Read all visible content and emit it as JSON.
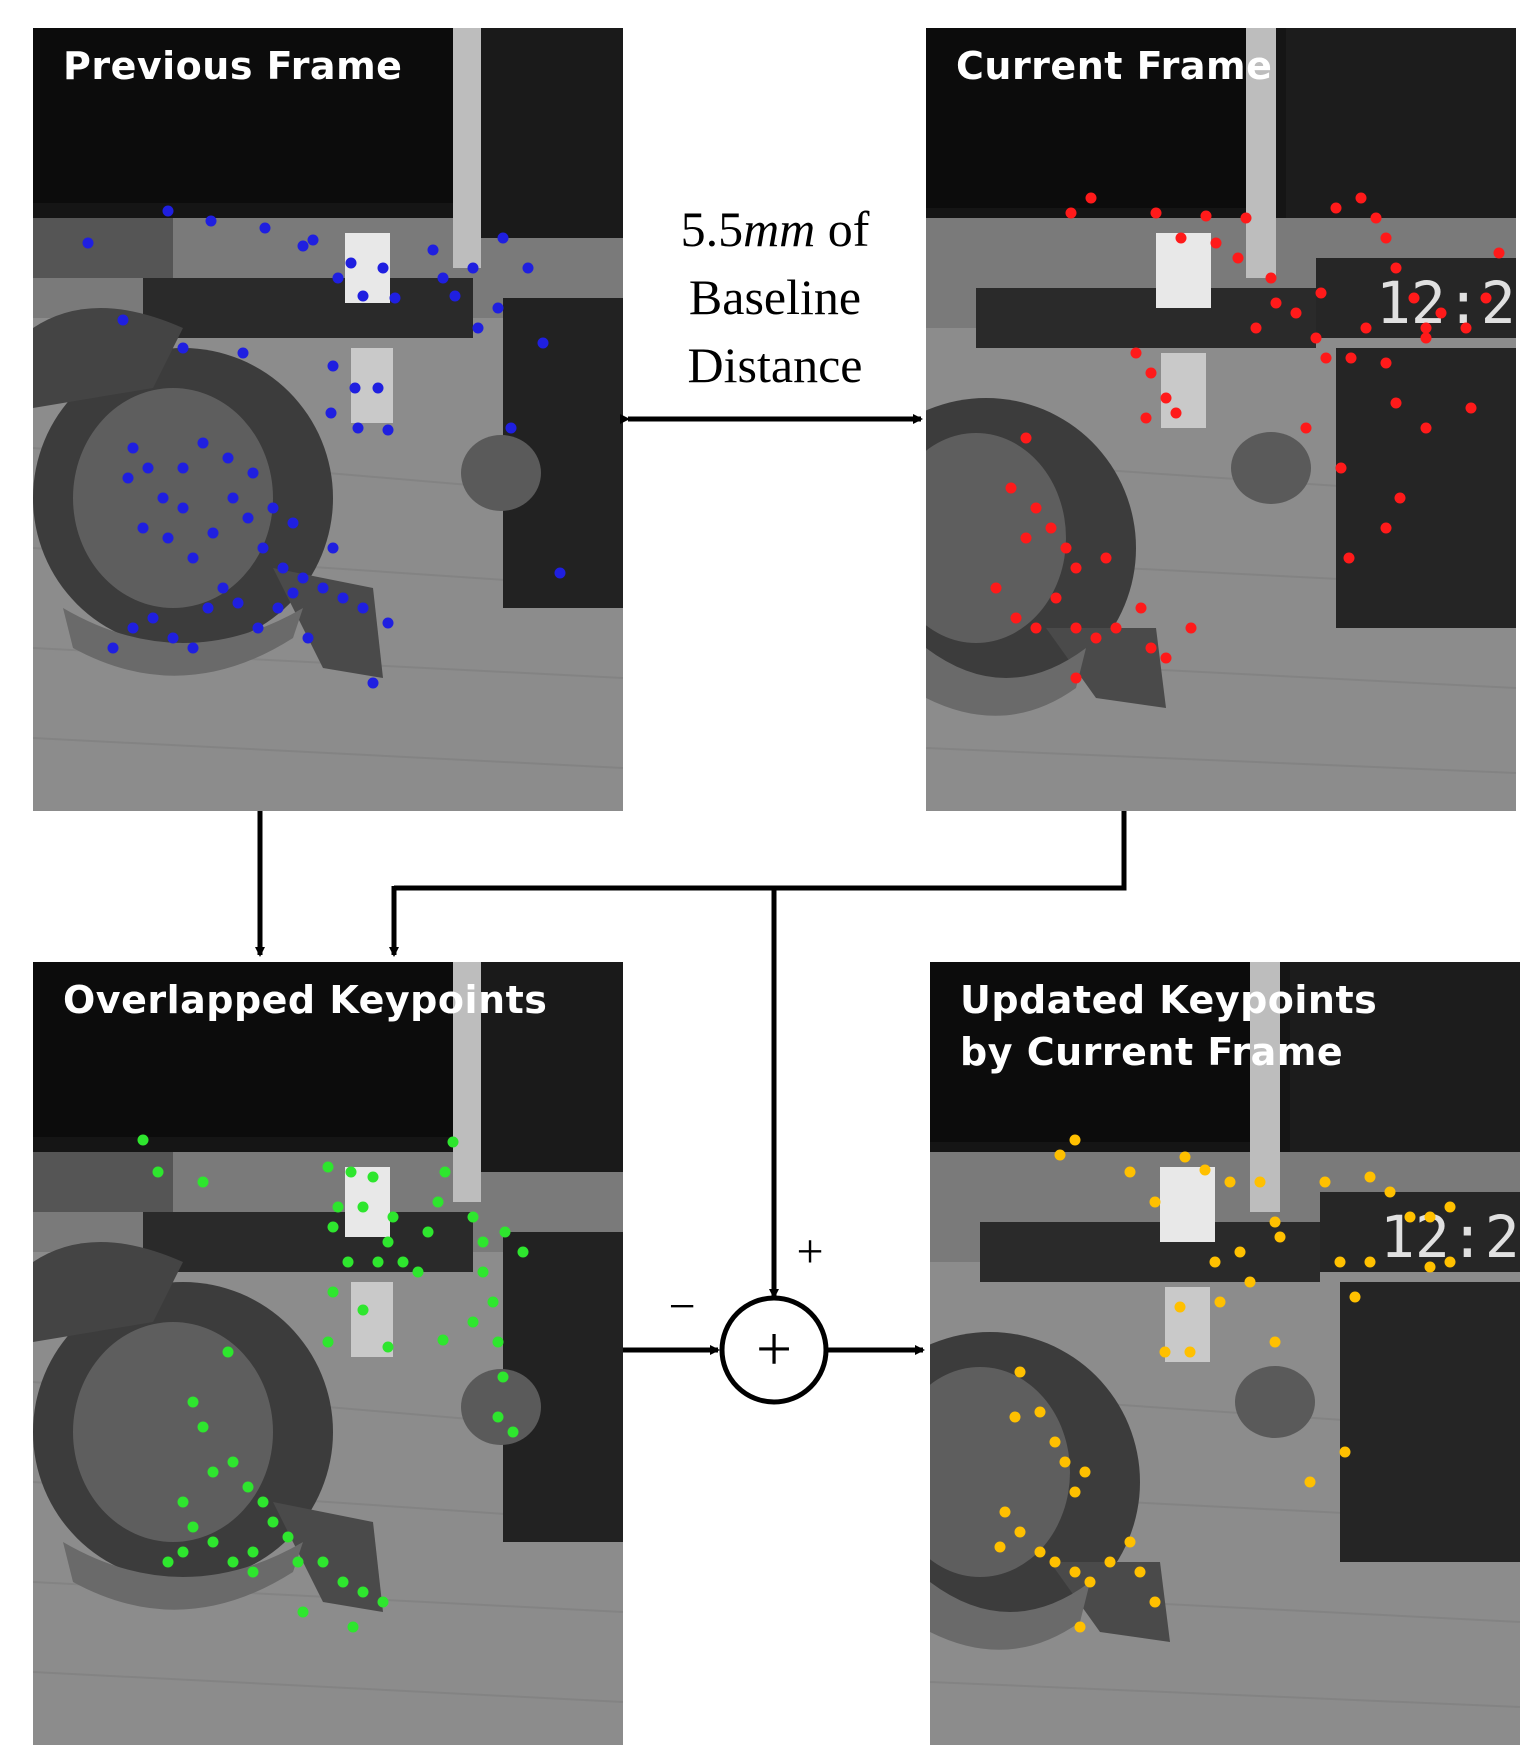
{
  "panels": {
    "previous": {
      "title": "Previous Frame",
      "keypoint_color": "#1f1fe0"
    },
    "current": {
      "title": "Current Frame",
      "keypoint_color": "#ff1a1a"
    },
    "overlapped": {
      "title": "Overlapped Keypoints",
      "keypoint_color": "#2ee62e"
    },
    "updated": {
      "title": "Updated Keypoints\nby Current Frame",
      "keypoint_color": "#ffc000"
    }
  },
  "baseline": {
    "value": "5.5",
    "unit": "mm",
    "suffix": " of",
    "line2": "Baseline",
    "line3": "Distance"
  },
  "operator": {
    "symbol": "+",
    "plus_sign": "+",
    "minus_sign": "−"
  }
}
